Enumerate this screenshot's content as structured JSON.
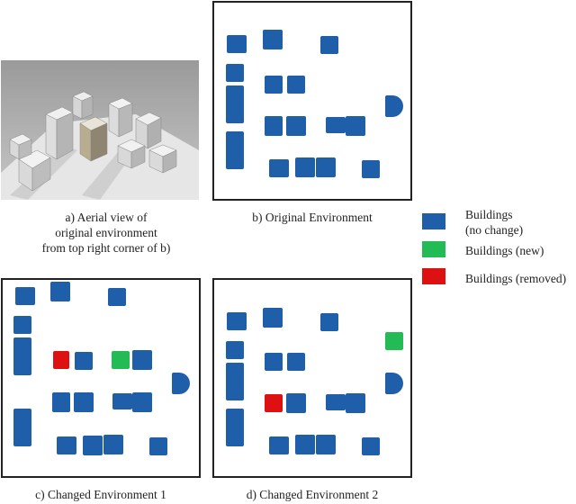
{
  "captions": {
    "a": [
      "a)    Aerial view of",
      "original environment",
      "from top right corner of b)"
    ],
    "b": "b)  Original Environment",
    "c": "c)  Changed Environment 1",
    "d": "d)  Changed Environment 2"
  },
  "legend": [
    {
      "label": "Buildings",
      "sub": "(no change)",
      "color": "#1f5ea8"
    },
    {
      "label": "Buildings (new)",
      "sub": "",
      "color": "#22bb55"
    },
    {
      "label": "Buildings (removed)",
      "sub": "",
      "color": "#dd1111"
    }
  ],
  "colors": {
    "unchanged": "#1f5ea8",
    "new": "#22bb55",
    "removed": "#dd1111",
    "frame": "#222222"
  },
  "icons": {
    "aerial": "aerial-render-image"
  }
}
